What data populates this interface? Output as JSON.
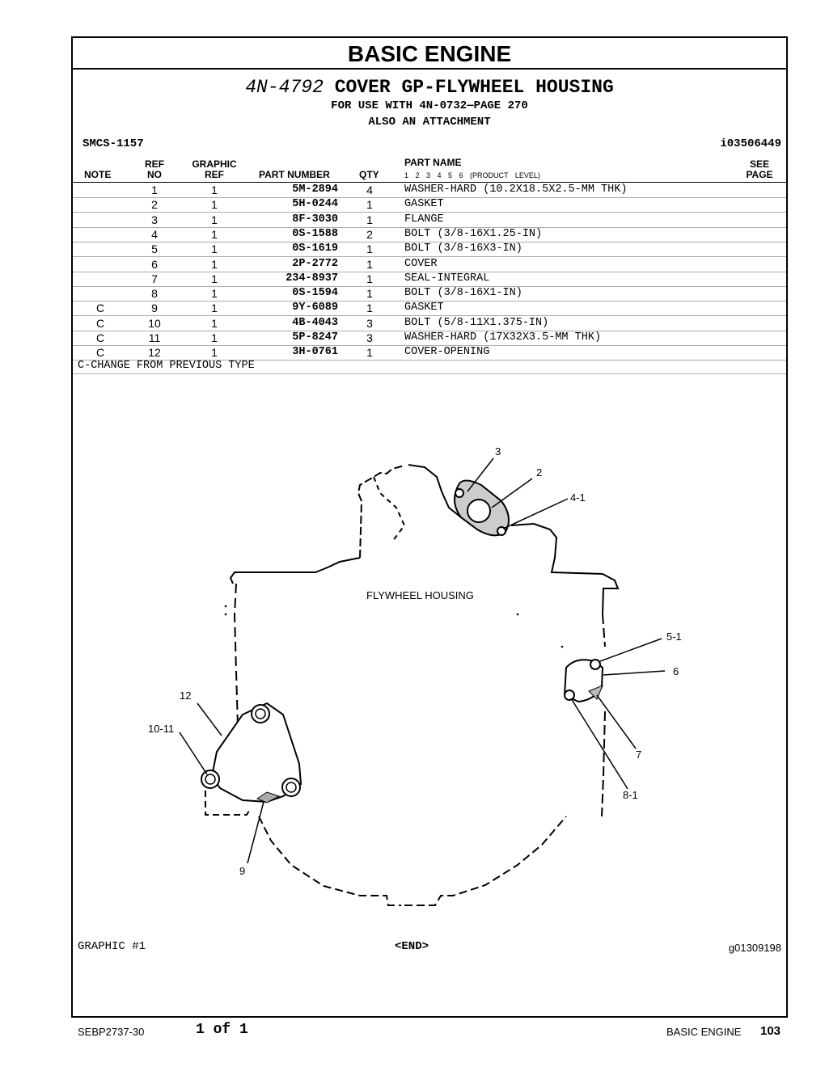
{
  "section_title": "BASIC ENGINE",
  "group": {
    "part_number": "4N-4792",
    "name": "COVER GP-FLYWHEEL HOUSING",
    "use_with": "FOR USE WITH 4N-0732—PAGE 270",
    "attachment": "ALSO AN ATTACHMENT"
  },
  "smcs": "SMCS-1157",
  "illustration_id": "i03506449",
  "headers": {
    "note": "NOTE",
    "ref1": "REF",
    "ref2": "NO",
    "graphic1": "GRAPHIC",
    "graphic2": "REF",
    "part_number": "PART NUMBER",
    "qty": "QTY",
    "part_name": "PART NAME",
    "product_level": "1 2 3 4 5 6 (PRODUCT LEVEL)",
    "see1": "SEE",
    "see2": "PAGE"
  },
  "parts": [
    {
      "note": "",
      "ref": "1",
      "graphic": "1",
      "part_number": "5M-2894",
      "qty": "4",
      "name": "WASHER-HARD (10.2X18.5X2.5-MM THK)"
    },
    {
      "note": "",
      "ref": "2",
      "graphic": "1",
      "part_number": "5H-0244",
      "qty": "1",
      "name": "GASKET"
    },
    {
      "note": "",
      "ref": "3",
      "graphic": "1",
      "part_number": "8F-3030",
      "qty": "1",
      "name": "FLANGE"
    },
    {
      "note": "",
      "ref": "4",
      "graphic": "1",
      "part_number": "0S-1588",
      "qty": "2",
      "name": "BOLT (3/8-16X1.25-IN)"
    },
    {
      "note": "",
      "ref": "5",
      "graphic": "1",
      "part_number": "0S-1619",
      "qty": "1",
      "name": "BOLT (3/8-16X3-IN)"
    },
    {
      "note": "",
      "ref": "6",
      "graphic": "1",
      "part_number": "2P-2772",
      "qty": "1",
      "name": "COVER"
    },
    {
      "note": "",
      "ref": "7",
      "graphic": "1",
      "part_number": "234-8937",
      "qty": "1",
      "name": "SEAL-INTEGRAL"
    },
    {
      "note": "",
      "ref": "8",
      "graphic": "1",
      "part_number": "0S-1594",
      "qty": "1",
      "name": "BOLT (3/8-16X1-IN)"
    },
    {
      "note": "C",
      "ref": "9",
      "graphic": "1",
      "part_number": "9Y-6089",
      "qty": "1",
      "name": "GASKET"
    },
    {
      "note": "C",
      "ref": "10",
      "graphic": "1",
      "part_number": "4B-4043",
      "qty": "3",
      "name": "BOLT (5/8-11X1.375-IN)"
    },
    {
      "note": "C",
      "ref": "11",
      "graphic": "1",
      "part_number": "5P-8247",
      "qty": "3",
      "name": "WASHER-HARD (17X32X3.5-MM THK)"
    },
    {
      "note": "C",
      "ref": "12",
      "graphic": "1",
      "part_number": "3H-0761",
      "qty": "1",
      "name": "COVER-OPENING"
    }
  ],
  "footnote": "C-CHANGE FROM PREVIOUS TYPE",
  "illustration": {
    "housing_label": "FLYWHEEL HOUSING",
    "callouts": {
      "c3": "3",
      "c2": "2",
      "c41": "4-1",
      "c51": "5-1",
      "c6": "6",
      "c7": "7",
      "c81": "8-1",
      "c12": "12",
      "c1011": "10-11",
      "c9": "9"
    },
    "graphic_number": "GRAPHIC #1",
    "end_marker": "<END>",
    "graphic_id": "g01309198"
  },
  "footer": {
    "doc_number": "SEBP2737-30",
    "page_of": "1 of 1",
    "section": "BASIC ENGINE",
    "page": "103"
  }
}
